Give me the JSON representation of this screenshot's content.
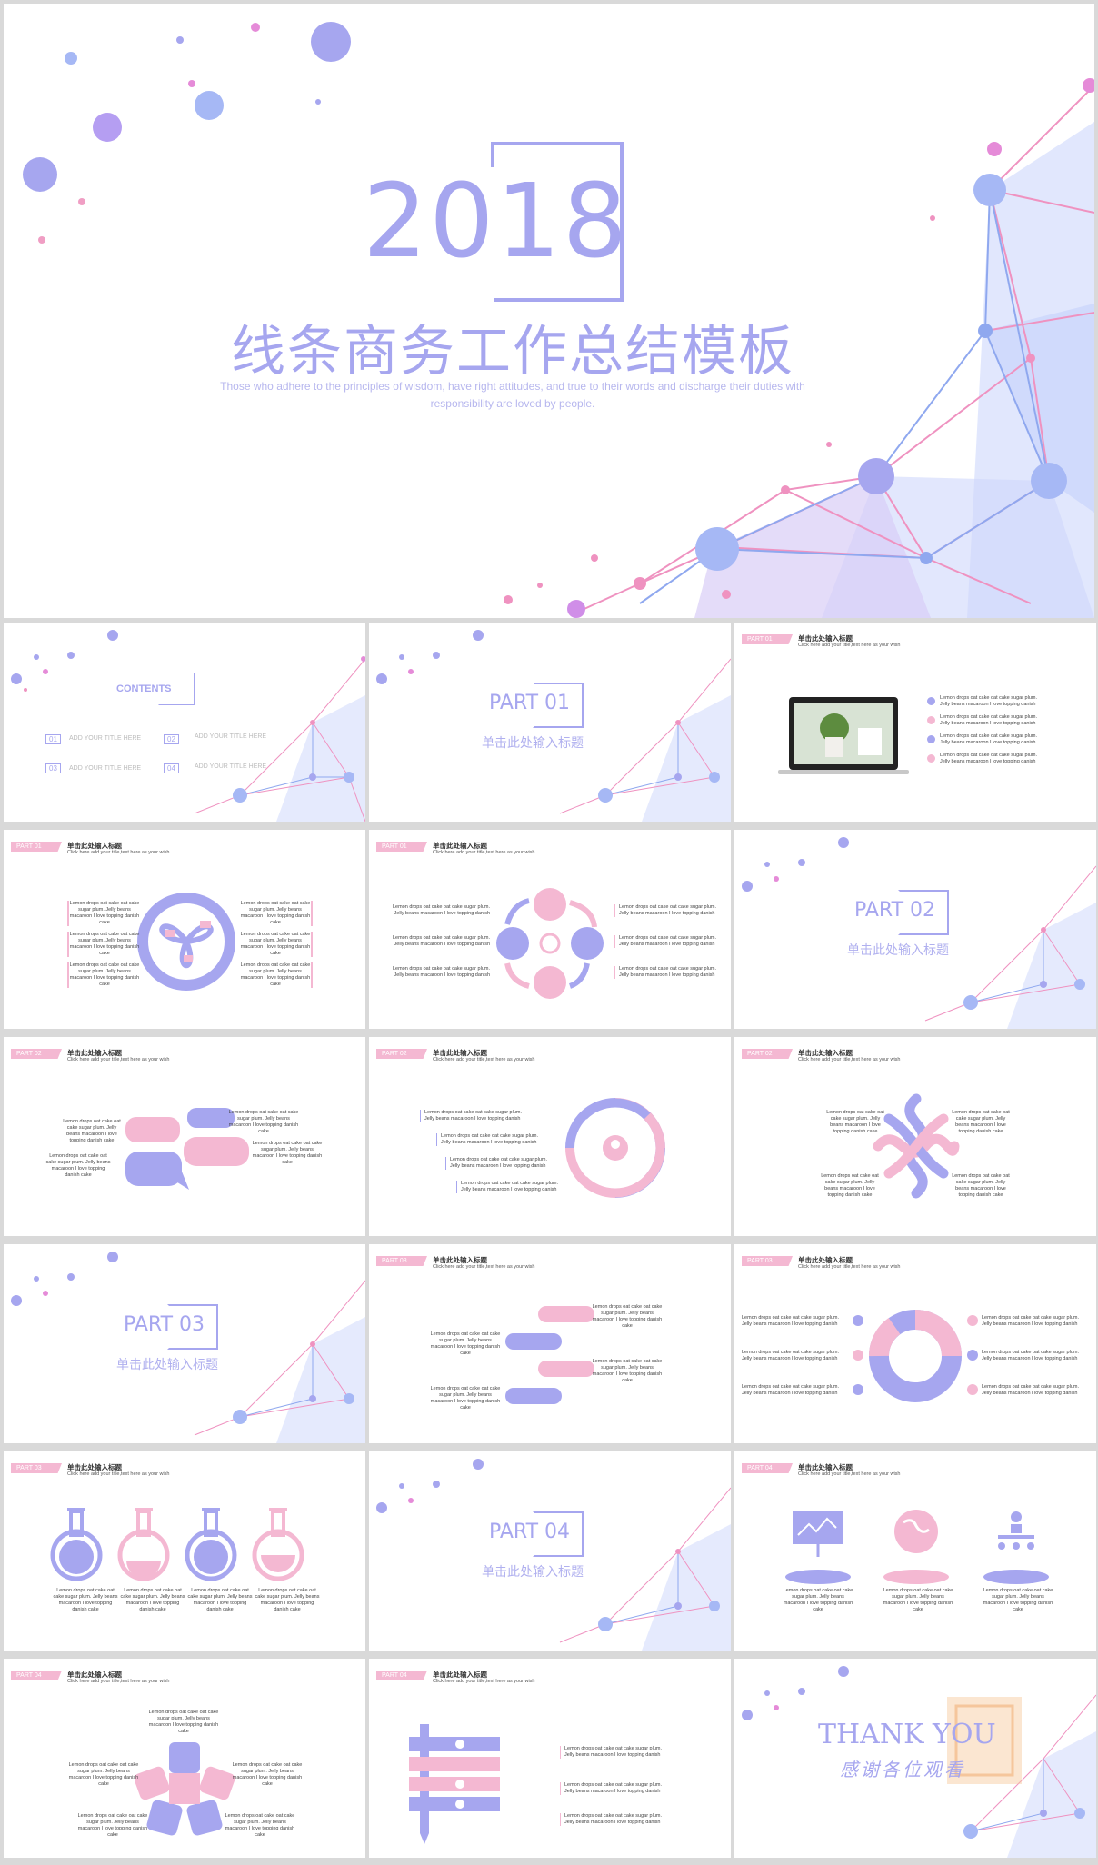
{
  "colors": {
    "purple": "#a6a6ef",
    "pink": "#f4b8d2",
    "text": "#444444"
  },
  "cover": {
    "year": "2018",
    "title": "线条商务工作总结模板",
    "subtitle_line1": "Those who adhere to the principles of wisdom, have right attitudes, and true to their words and discharge their duties with",
    "subtitle_line2": "responsibility are loved by people."
  },
  "common": {
    "slide_title": "单击此处输入标题",
    "slide_sub": "Click here add your title,text here as your wish",
    "lemon3": "Lemon drops oat cake oat cake sugar plum. Jelly beans macaroon I love topping danish cake",
    "lemon_line1": "Lemon drops oat cake oat cake sugar plum.",
    "lemon_line2": "Jelly beans macaroon I love topping danish"
  },
  "contents": {
    "title": "CONTENTS",
    "items": [
      {
        "num": "01",
        "label": "ADD YOUR TITLE HERE"
      },
      {
        "num": "02",
        "label": "ADD YOUR TITLE HERE"
      },
      {
        "num": "03",
        "label": "ADD YOUR TITLE HERE"
      },
      {
        "num": "04",
        "label": "ADD YOUR TITLE HERE"
      }
    ]
  },
  "parts": {
    "p1": {
      "label": "PART 01",
      "tag": "PART 01"
    },
    "p2": {
      "label": "PART 02",
      "tag": "PART 02"
    },
    "p3": {
      "label": "PART 03",
      "tag": "PART 03"
    },
    "p4": {
      "label": "PART 04",
      "tag": "PART 04"
    },
    "sub": "单击此处输入标题"
  },
  "ending": {
    "thanks": "THANK YOU",
    "thanks_cn": "感谢各位观看"
  },
  "icons": [
    "laptop-icon",
    "check-icon",
    "cycle-icon",
    "puzzle-icon",
    "target-icon",
    "cart-icon",
    "speech-bubble-icon",
    "flower-icon",
    "user-icon",
    "flask-icon",
    "presentation-icon",
    "globe-icon",
    "network-icon",
    "pencil-icon"
  ]
}
